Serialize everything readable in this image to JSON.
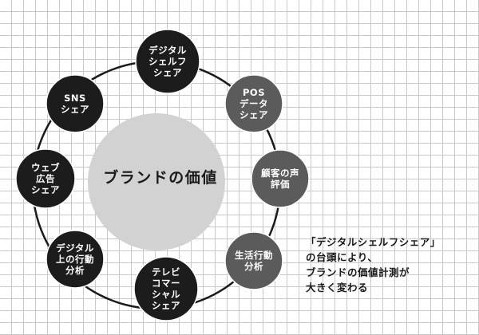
{
  "diagram": {
    "center_label": "ブランドの価値",
    "nodes": [
      {
        "id": "digital-shelf-share",
        "lines": [
          "デジタル",
          "シェルフ",
          "シェア"
        ],
        "color": "#1c1c1c"
      },
      {
        "id": "pos-data-share",
        "lines": [
          "POS",
          "データ",
          "シェア"
        ],
        "color": "#5b5b5b"
      },
      {
        "id": "customer-voice-eval",
        "lines": [
          "顧客の声",
          "評価"
        ],
        "color": "#5b5b5b"
      },
      {
        "id": "lifestyle-behavior-analysis",
        "lines": [
          "生活行動",
          "分析"
        ],
        "color": "#5b5b5b"
      },
      {
        "id": "tv-commercial-share",
        "lines": [
          "テレビ",
          "コマー",
          "シャル",
          "シェア"
        ],
        "color": "#1c1c1c"
      },
      {
        "id": "digital-behavior-analysis",
        "lines": [
          "デジタル",
          "上の行動",
          "分析"
        ],
        "color": "#1c1c1c"
      },
      {
        "id": "web-ad-share",
        "lines": [
          "ウェブ",
          "広告",
          "シェア"
        ],
        "color": "#1c1c1c"
      },
      {
        "id": "sns-share",
        "lines": [
          "SNS",
          "シェア"
        ],
        "color": "#1c1c1c"
      }
    ],
    "colors": {
      "ring": "#1a1a1a",
      "center": "#d2d2d2"
    }
  },
  "caption": {
    "lines": [
      "「デジタルシェルフシェア」",
      "の台頭により、",
      "ブランドの価値計測が",
      "大きく変わる"
    ]
  }
}
